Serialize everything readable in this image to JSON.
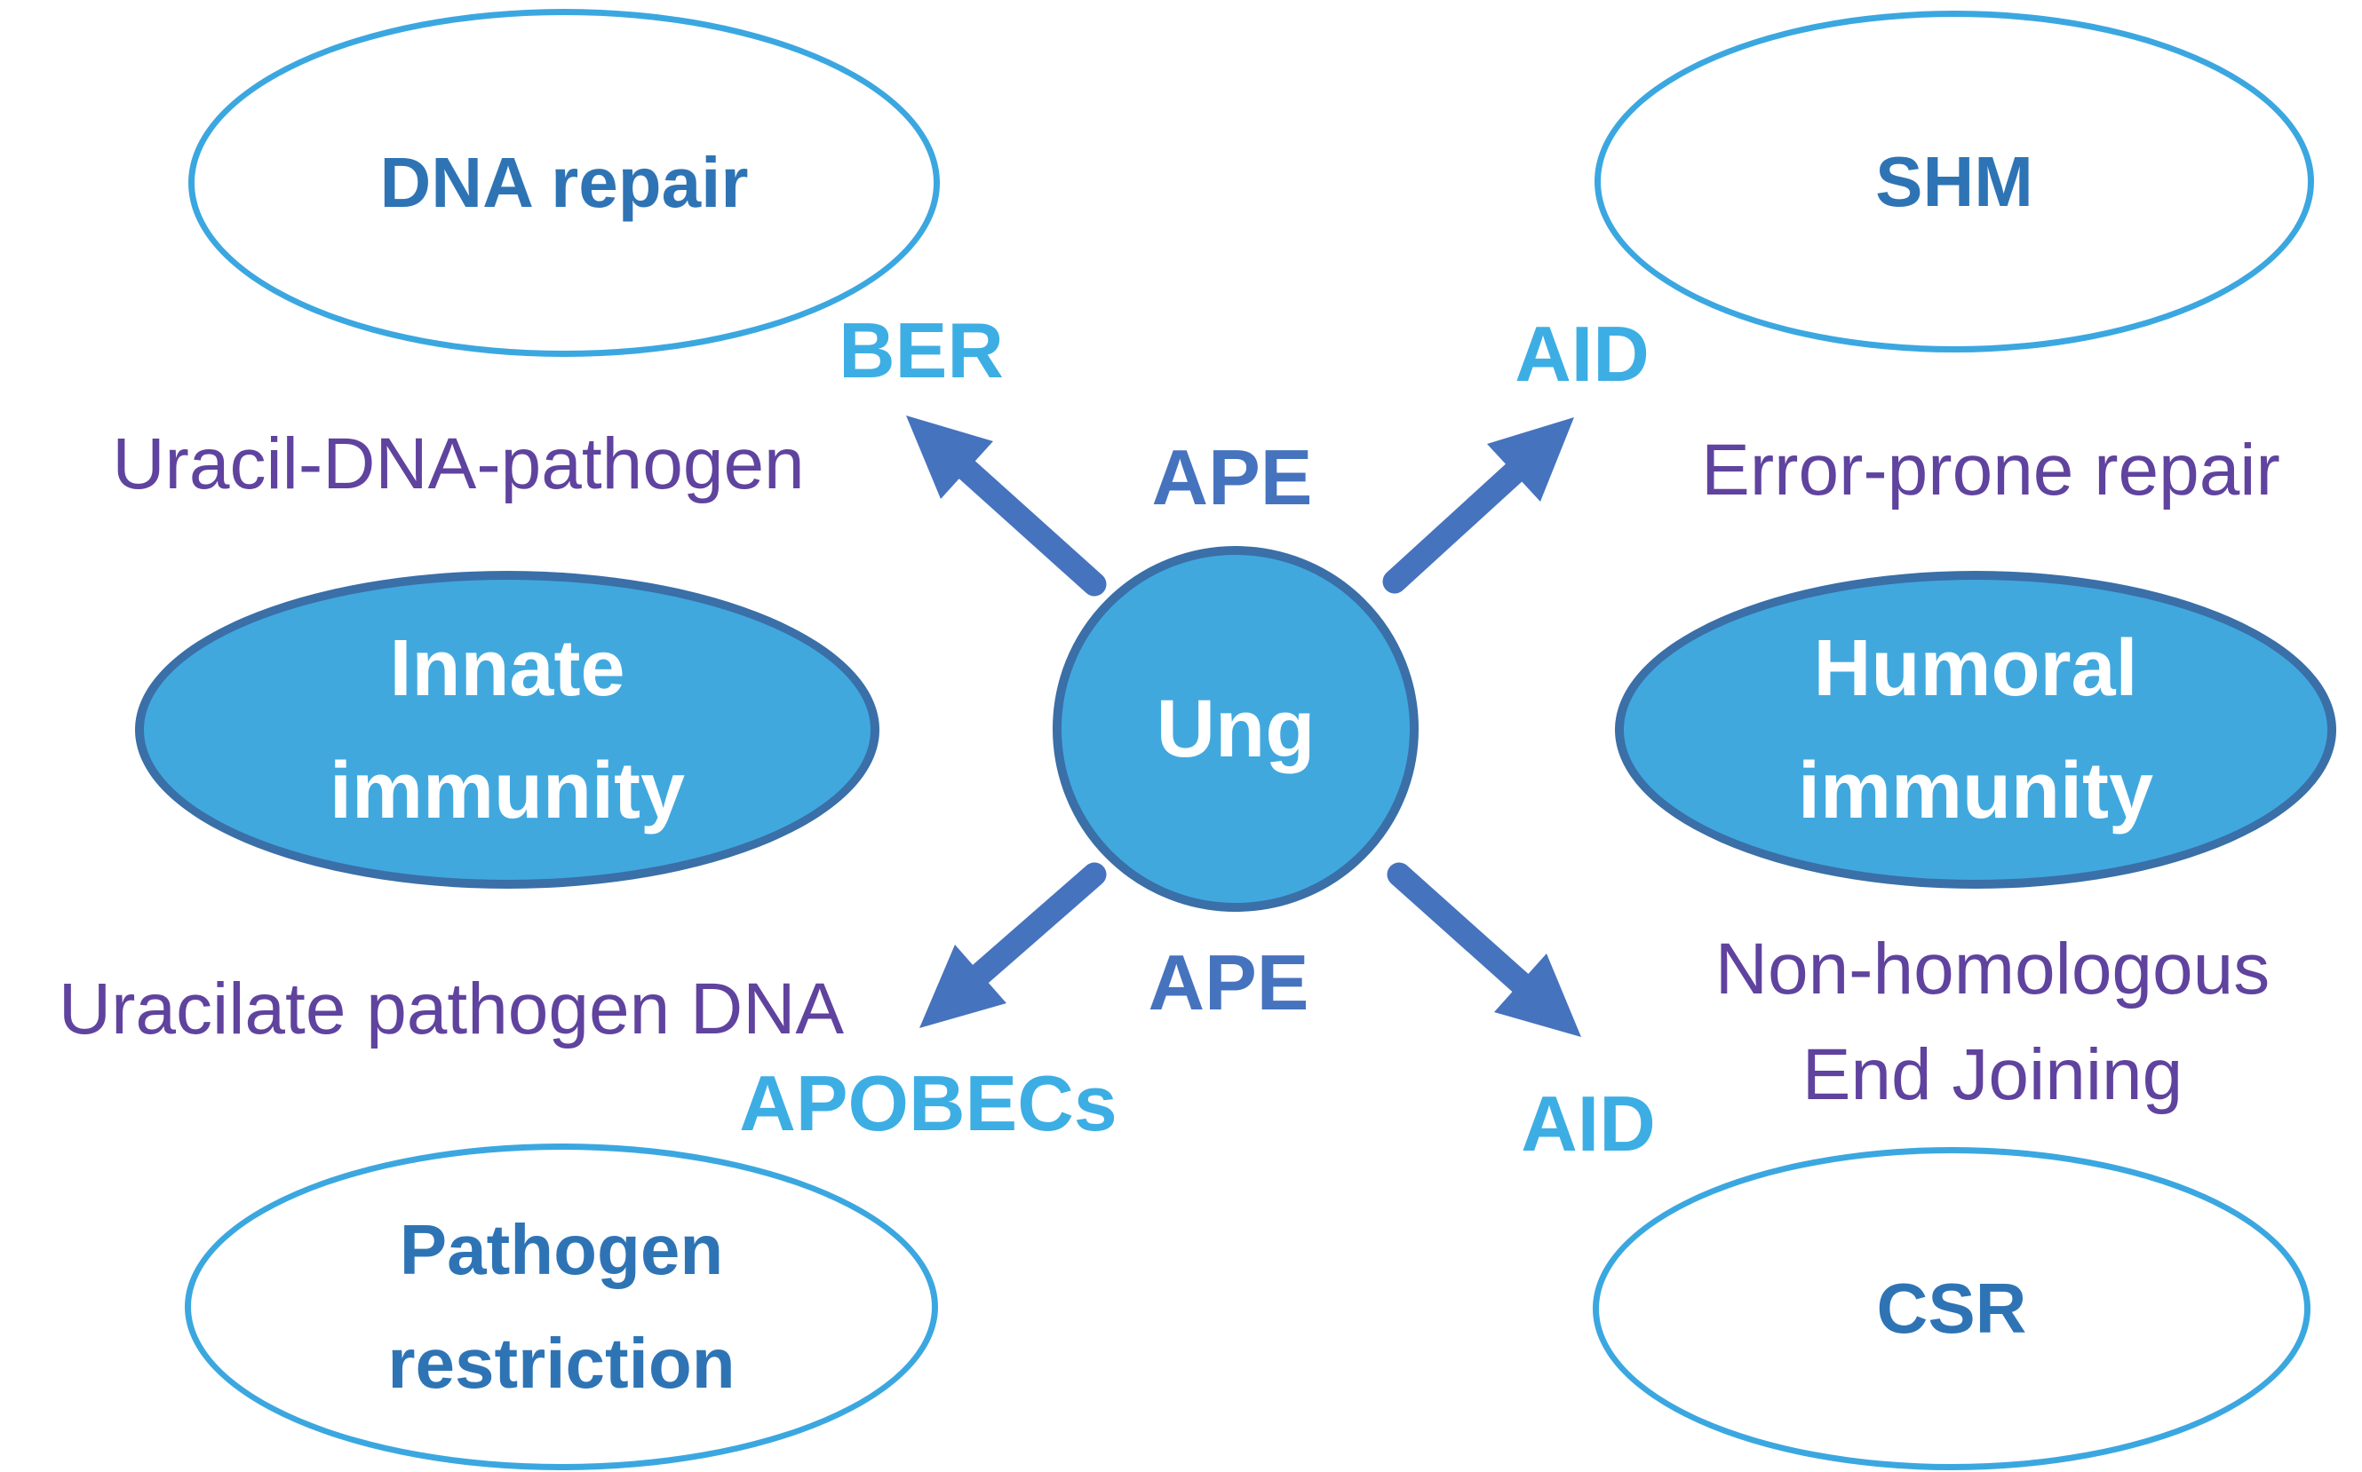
{
  "colors": {
    "outline_ellipse_border": "#3BA7E0",
    "node_text_blue": "#2E74B5",
    "filled_ellipse_fill": "#41A8DE",
    "filled_ellipse_border": "#3A6FA8",
    "filled_ellipse_text": "#FFFFFF",
    "arrow_blue": "#4673BE",
    "enzyme_label_blue": "#3DAEE4",
    "annotation_purple": "#5F439E",
    "background": "#FFFFFF"
  },
  "center_node": {
    "label": "Ung"
  },
  "nodes": {
    "dna_repair": {
      "label": "DNA repair"
    },
    "shm": {
      "label": "SHM"
    },
    "innate_immunity": {
      "line1": "Innate",
      "line2": "immunity"
    },
    "humoral_immunity": {
      "line1": "Humoral",
      "line2": "immunity"
    },
    "pathogen_restriction": {
      "line1": "Pathogen",
      "line2": "restriction"
    },
    "csr": {
      "label": "CSR"
    }
  },
  "enzyme_labels": {
    "ber": "BER",
    "aid_top": "AID",
    "ape_top": "APE",
    "ape_bottom": "APE",
    "apobecs": "APOBECs",
    "aid_bottom": "AID"
  },
  "annotations": {
    "uracil_dna_pathogen": "Uracil-DNA-pathogen",
    "error_prone_repair": "Error-prone repair",
    "uracilate_pathogen_dna": "Uracilate pathogen DNA",
    "non_homologous_line1": "Non-homologous",
    "non_homologous_line2": "End Joining"
  }
}
